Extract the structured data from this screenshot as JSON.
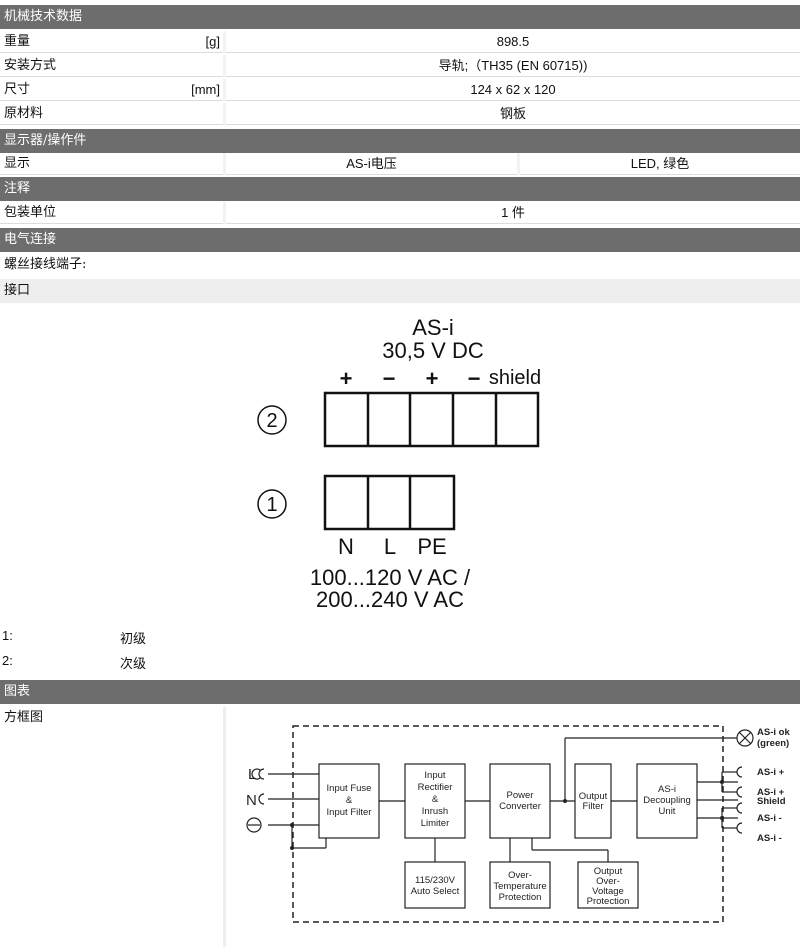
{
  "sections": {
    "mechanical": "机械技术数据",
    "display": "显示器/操作件",
    "notes": "注释",
    "electrical": "电气连接",
    "charts": "图表"
  },
  "mechanical": {
    "weight_label": "重量",
    "weight_unit": "[g]",
    "weight_value": "898.5",
    "mount_label": "安装方式",
    "mount_value": "导轨;（TH35 (EN 60715))",
    "dim_label": "尺寸",
    "dim_unit": "[mm]",
    "dim_value": "124 x 62 x 120",
    "material_label": "原材料",
    "material_value": "钢板"
  },
  "display": {
    "label": "显示",
    "value1": "AS-i电压",
    "value2": "LED, 绿色"
  },
  "notes": {
    "pack_label": "包装单位",
    "pack_value": "1 件"
  },
  "electrical": {
    "screw_label": "螺丝接线端子:",
    "interface_label": "接口"
  },
  "terminal_diagram": {
    "title1": "AS-i",
    "title2": "30,5 V DC",
    "top_signs": [
      "+",
      "−",
      "+",
      "−"
    ],
    "shield": "shield",
    "num2": "2",
    "num1": "1",
    "bottom_labels": [
      "N",
      "L",
      "PE"
    ],
    "voltage1": "100...120 V AC /",
    "voltage2": "200...240 V AC"
  },
  "legend": {
    "n1": "1:",
    "t1": "初级",
    "n2": "2:",
    "t2": "次级"
  },
  "charts": {
    "block_label": "方框图"
  },
  "block_diagram": {
    "in_L": "L",
    "in_N": "N",
    "b1": [
      "Input Fuse",
      "&",
      "Input Filter"
    ],
    "b2": [
      "Input",
      "Rectifier",
      "&",
      "Inrush",
      "Limiter"
    ],
    "b3": [
      "Power",
      "Converter"
    ],
    "b4": [
      "Output",
      "Filter"
    ],
    "b5": [
      "AS-i",
      "Decoupling",
      "Unit"
    ],
    "b6": [
      "115/230V",
      "Auto  Select"
    ],
    "b7": [
      "Over-",
      "Temperature",
      "Protection"
    ],
    "b8": [
      "Output",
      "Over-",
      "Voltage",
      "Protection"
    ],
    "out_ok": [
      "AS-i ok",
      "(green)"
    ],
    "out_p1": "AS-i +",
    "out_p2": "AS-i +",
    "out_shield": "Shield",
    "out_m1": "AS-i -",
    "out_m2": "AS-i -"
  }
}
